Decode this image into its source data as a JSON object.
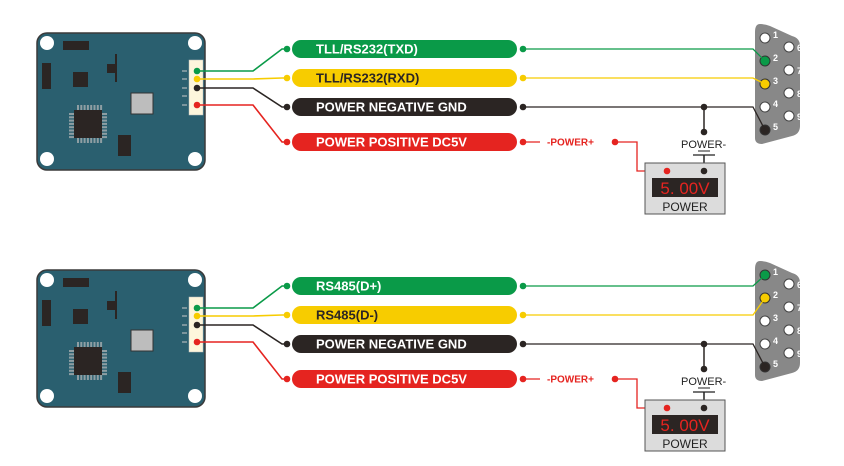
{
  "colors": {
    "green": "#0a9a48",
    "yellow": "#f7cc00",
    "black": "#2b2523",
    "red": "#e52420",
    "board": "#2a5f6f",
    "board_border": "#3a3a3a",
    "connector": "#fdf6dc",
    "chip": "#2b2523",
    "chip_pins": "#8e9ea3",
    "crystal": "#bdbdbd",
    "db9": "#888888",
    "meter_body": "#dcdcdc",
    "meter_display": "#2b2523"
  },
  "diagrams": [
    {
      "name": "ttl-rs232",
      "wires": [
        {
          "label": "TLL/RS232(TXD)",
          "color": "green",
          "text_color": "#ffffff",
          "db9_pin": 2
        },
        {
          "label": "TLL/RS232(RXD)",
          "color": "yellow",
          "text_color": "#2b2523",
          "db9_pin": 3
        },
        {
          "label": "POWER NEGATIVE GND",
          "color": "black",
          "text_color": "#ffffff",
          "db9_pin": 5
        },
        {
          "label": "POWER POSITIVE DC5V",
          "color": "red",
          "text_color": "#ffffff",
          "db9_pin": null
        }
      ],
      "power_plus_label": "-POWER+",
      "power_minus_label": "POWER-",
      "meter_reading": "5. 00V",
      "meter_caption": "POWER",
      "db9_pins": [
        "1",
        "2",
        "3",
        "4",
        "5",
        "6",
        "7",
        "8",
        "9"
      ]
    },
    {
      "name": "rs485",
      "wires": [
        {
          "label": "RS485(D+)",
          "color": "green",
          "text_color": "#ffffff",
          "db9_pin": 1
        },
        {
          "label": "RS485(D-)",
          "color": "yellow",
          "text_color": "#2b2523",
          "db9_pin": 2
        },
        {
          "label": "POWER NEGATIVE GND",
          "color": "black",
          "text_color": "#ffffff",
          "db9_pin": 5
        },
        {
          "label": "POWER POSITIVE DC5V",
          "color": "red",
          "text_color": "#ffffff",
          "db9_pin": null
        }
      ],
      "power_plus_label": "-POWER+",
      "power_minus_label": "POWER-",
      "meter_reading": "5. 00V",
      "meter_caption": "POWER",
      "db9_pins": [
        "1",
        "2",
        "3",
        "4",
        "5",
        "6",
        "7",
        "8",
        "9"
      ]
    }
  ]
}
